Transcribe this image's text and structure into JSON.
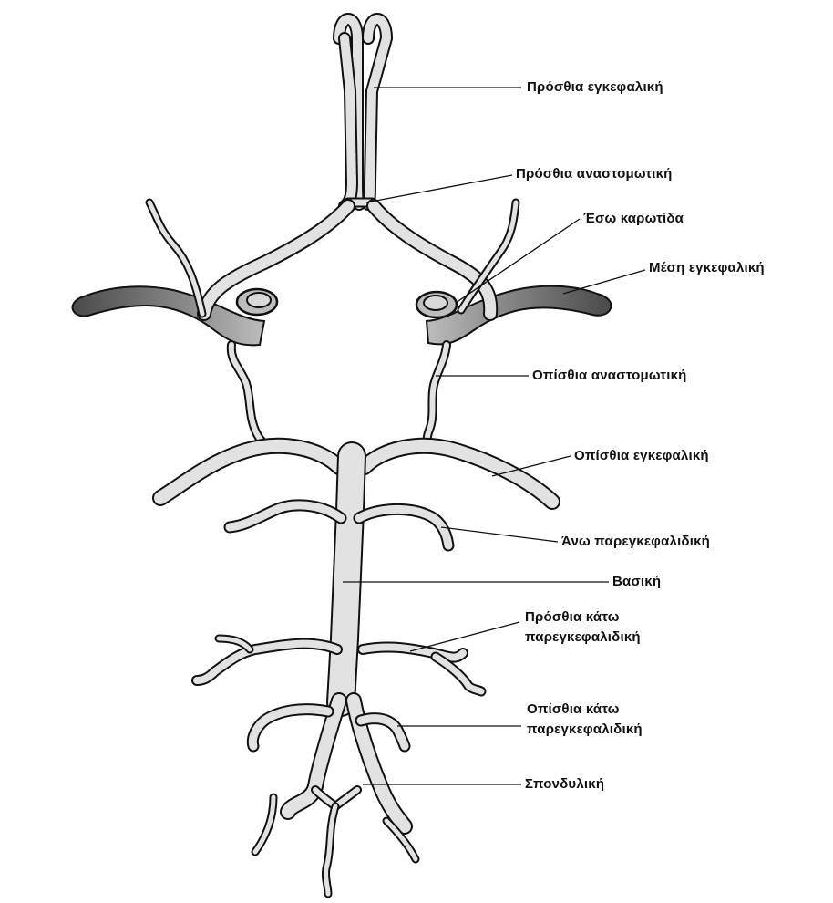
{
  "labels": {
    "anterior_cerebral": "Πρόσθια εγκεφαλική",
    "anterior_communicating": "Πρόσθια αναστομωτική",
    "internal_carotid": "Έσω καρωτίδα",
    "middle_cerebral": "Μέση εγκεφαλική",
    "posterior_communicating": "Οπίσθια αναστομωτική",
    "posterior_cerebral": "Οπίσθια εγκεφαλική",
    "superior_cerebellar": "Άνω παρεγκεφαλιδική",
    "basilar": "Βασική",
    "anterior_inferior_cerebellar": [
      "Πρόσθια κάτω",
      "παρεγκεφαλιδική"
    ],
    "posterior_inferior_cerebellar": [
      "Οπίσθια κάτω",
      "παρεγκεφαλιδική"
    ],
    "vertebral": "Σπονδυλική"
  }
}
